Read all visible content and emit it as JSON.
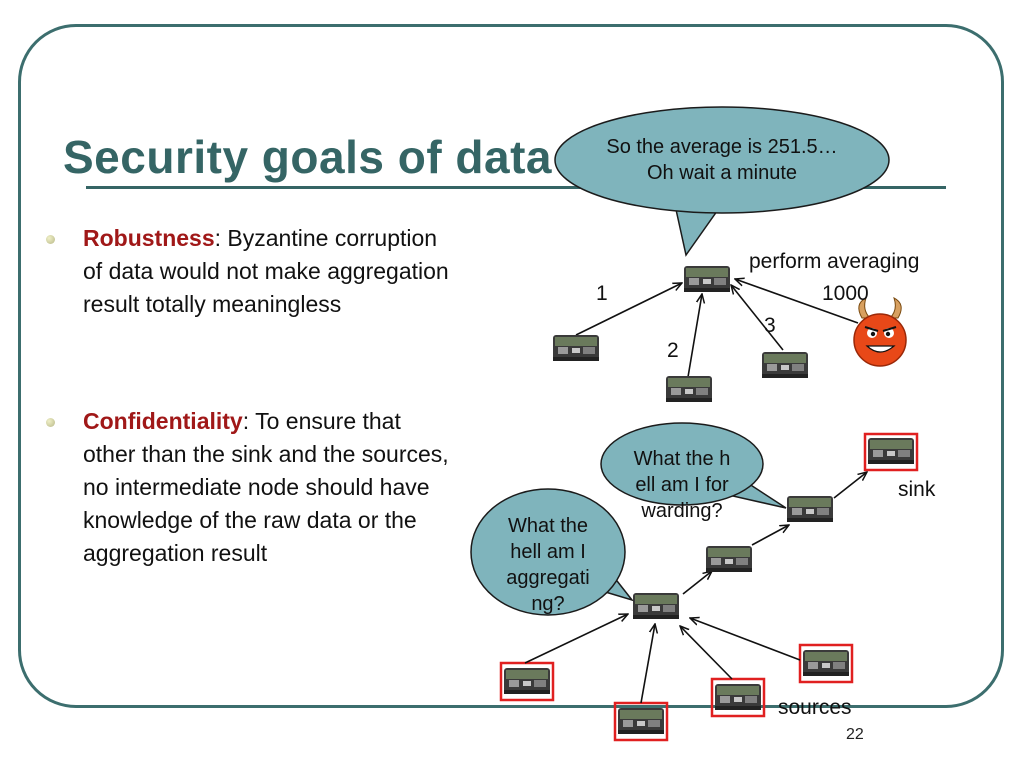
{
  "slide": {
    "title": "Security goals of data aggregation",
    "page_number": "22"
  },
  "bullets": [
    {
      "keyword": "Robustness",
      "text": ": Byzantine corruption of data would not make aggregation result totally meaningless"
    },
    {
      "keyword": "Confidentiality",
      "text": ": To ensure that other than the sink and the sources, no intermediate node should have knowledge of the raw data or the aggregation result"
    }
  ],
  "diagram_top": {
    "bubble": "So the average is 251.5…  Oh wait a minute",
    "action_label": "perform averaging",
    "malicious_value": "1000",
    "edge_labels": [
      "1",
      "2",
      "3"
    ]
  },
  "diagram_bottom": {
    "bubble_forwarding": "What the hell am I forwarding?",
    "bubble_aggregating": "What the hell am I aggregating?",
    "sink_label": "sink",
    "sources_label": "sources"
  }
}
